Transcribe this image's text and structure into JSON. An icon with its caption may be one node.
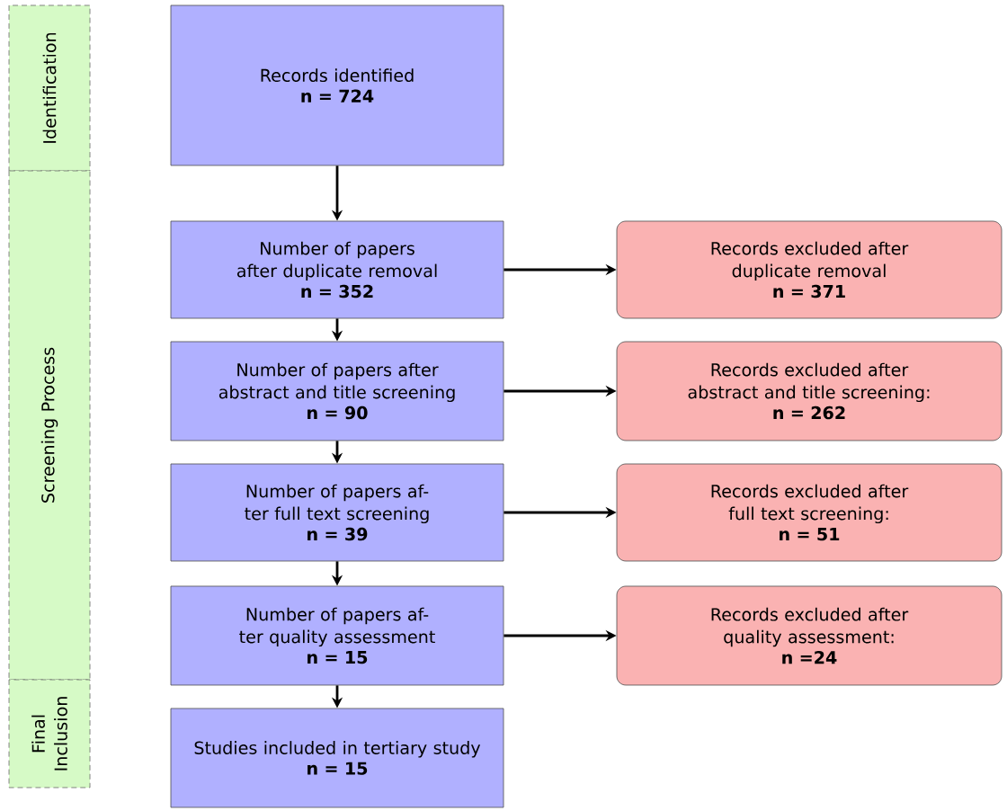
{
  "diagram": {
    "nodes": [
      {
        "text": [
          "Identification"
        ]
      },
      {
        "text": [
          "Screening Process"
        ]
      },
      {
        "text": [
          "Final Inclusion"
        ]
      },
      {
        "text": [
          "Records identified",
          "n = 724"
        ]
      },
      {
        "text": [
          "Number of papers after duplicate removal",
          "n = 352"
        ]
      },
      {
        "text": [
          "Number of papers after abstract and title screening",
          "n = 90"
        ]
      },
      {
        "text": [
          "Number of papers af- ter full text screening",
          "n = 39"
        ]
      },
      {
        "text": [
          "Number of papers af- ter quality assessment",
          "n = 15"
        ]
      },
      {
        "text": [
          "Studies included in tertiary study",
          "n = 15"
        ]
      },
      {
        "text": [
          "Records excluded after duplicate removal",
          "n = 371"
        ]
      },
      {
        "text": [
          "Records excluded after abstract and title screening:",
          "n = 262"
        ]
      },
      {
        "text": [
          "Records excluded after full text screening:",
          "n = 51"
        ]
      },
      {
        "text": [
          "Records excluded after quality assessment:",
          "n =24"
        ]
      }
    ],
    "edges": [
      {
        "from": 3,
        "to": 4,
        "arrow": "to"
      },
      {
        "from": 4,
        "to": 5,
        "arrow": "to"
      },
      {
        "from": 5,
        "to": 6,
        "arrow": "to"
      },
      {
        "from": 6,
        "to": 7,
        "arrow": "to"
      },
      {
        "from": 7,
        "to": 8,
        "arrow": "to"
      },
      {
        "from": 4,
        "to": 9,
        "arrow": "to"
      },
      {
        "from": 5,
        "to": 10,
        "arrow": "to"
      },
      {
        "from": 6,
        "to": 11,
        "arrow": "to"
      },
      {
        "from": 7,
        "to": 12,
        "arrow": "to"
      }
    ]
  }
}
